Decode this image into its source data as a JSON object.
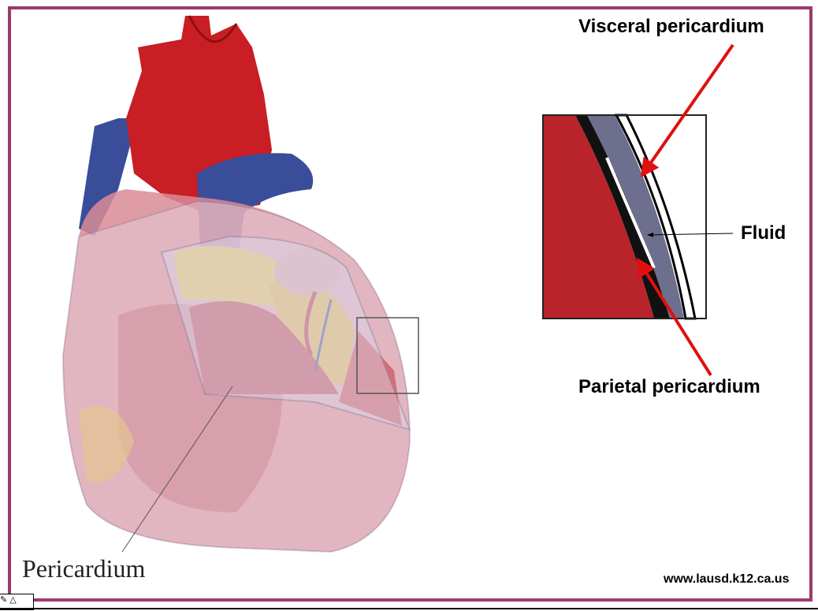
{
  "labels": {
    "visceral": "Visceral pericardium",
    "fluid": "Fluid",
    "parietal": "Parietal pericardium",
    "pericardium": "Pericardium",
    "source": "www.lausd.k12.ca.us"
  },
  "colors": {
    "frame": "#9b3b6b",
    "arrow": "#e01010",
    "artery": "#c81e24",
    "vein": "#3a4d9a"
  },
  "icons": [
    "pen-icon",
    "triangle-icon"
  ]
}
